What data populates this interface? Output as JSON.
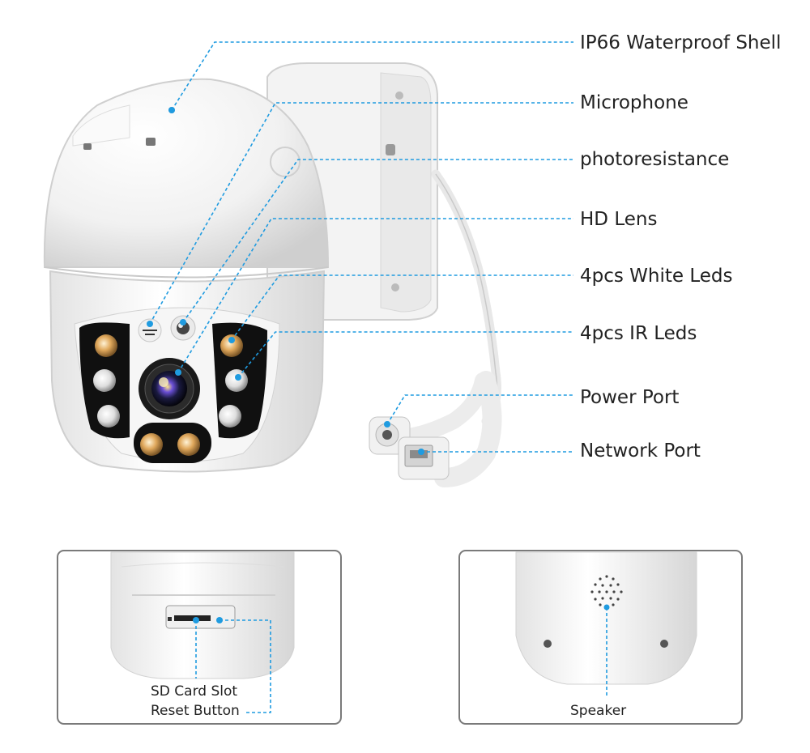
{
  "callouts": {
    "shell": "IP66 Waterproof Shell",
    "microphone": "Microphone",
    "photoresistance": "photoresistance",
    "lens": "HD Lens",
    "white_leds": "4pcs White Leds",
    "ir_leds": "4pcs IR Leds",
    "power_port": "Power Port",
    "network_port": "Network Port"
  },
  "insets": {
    "left": {
      "sd_card": "SD Card Slot",
      "reset": "Reset Button"
    },
    "right": {
      "speaker": "Speaker"
    }
  },
  "colors": {
    "leader_line": "#1f9be0",
    "dot": "#1f9be0",
    "white_led": "#e6e6e6",
    "ir_led": "#d4a15a",
    "body": "#f4f4f4",
    "frame": "#7a7a7a"
  }
}
